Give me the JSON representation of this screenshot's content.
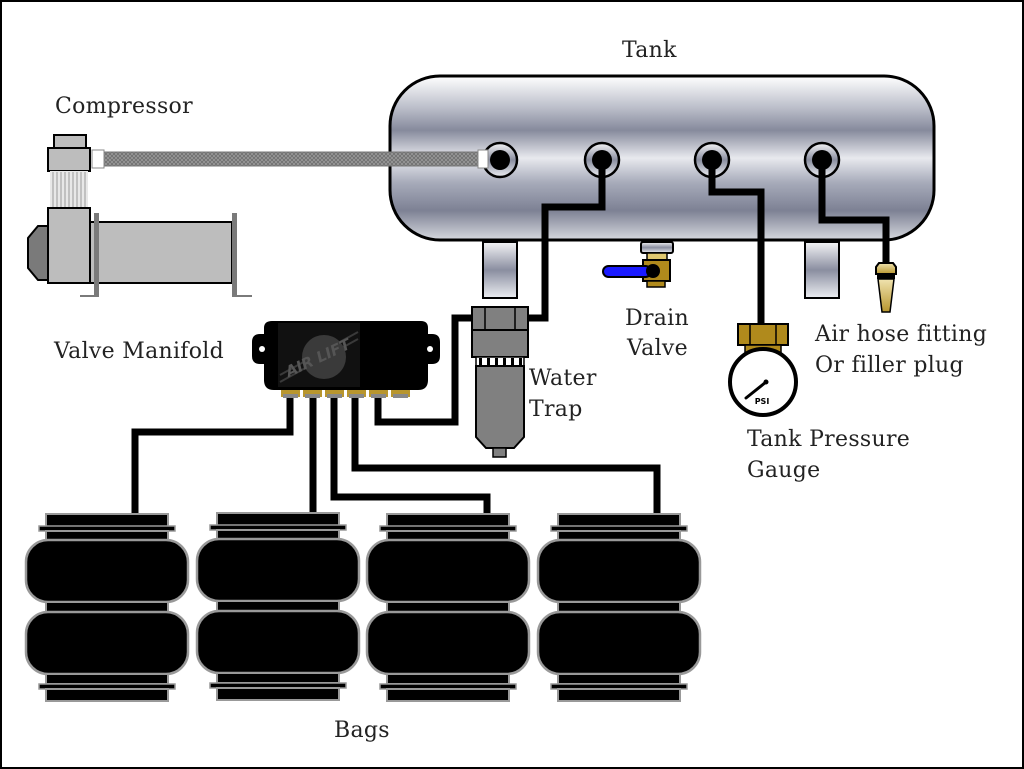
{
  "diagram": {
    "title": "Air suspension system layout",
    "labels": {
      "tank": "Tank",
      "compressor": "Compressor",
      "valve_manifold": "Valve Manifold",
      "water_trap_line1": "Water",
      "water_trap_line2": "Trap",
      "drain_valve_line1": "Drain",
      "drain_valve_line2": "Valve",
      "air_hose_line1": "Air hose fitting",
      "air_hose_line2": "Or filler plug",
      "gauge_line1": "Tank Pressure",
      "gauge_line2": "Gauge",
      "bags": "Bags"
    },
    "manifold_brand": "AIR LIFT",
    "gauge_unit": "PSI",
    "tank_ports": 4,
    "manifold_ports": 6,
    "bag_count": 4,
    "colors": {
      "line": "#000000",
      "tank_light": "#e8e9ee",
      "tank_dark": "#868a9c",
      "brass": "#b08a1c",
      "valve_handle": "#1a1aff",
      "compressor": "#bdbdbd",
      "water_trap": "#808080",
      "bag_outline": "#999999"
    },
    "connections": [
      {
        "from": "compressor",
        "to": "tank-port-1"
      },
      {
        "from": "tank-port-2",
        "to": "water-trap"
      },
      {
        "from": "water-trap",
        "to": "valve-manifold"
      },
      {
        "from": "tank-port-3",
        "to": "tank-pressure-gauge"
      },
      {
        "from": "tank-port-4",
        "to": "air-hose-fitting"
      },
      {
        "from": "valve-manifold",
        "to": "bag-1"
      },
      {
        "from": "valve-manifold",
        "to": "bag-2"
      },
      {
        "from": "valve-manifold",
        "to": "bag-3"
      },
      {
        "from": "valve-manifold",
        "to": "bag-4"
      },
      {
        "from": "tank",
        "to": "drain-valve"
      }
    ]
  }
}
